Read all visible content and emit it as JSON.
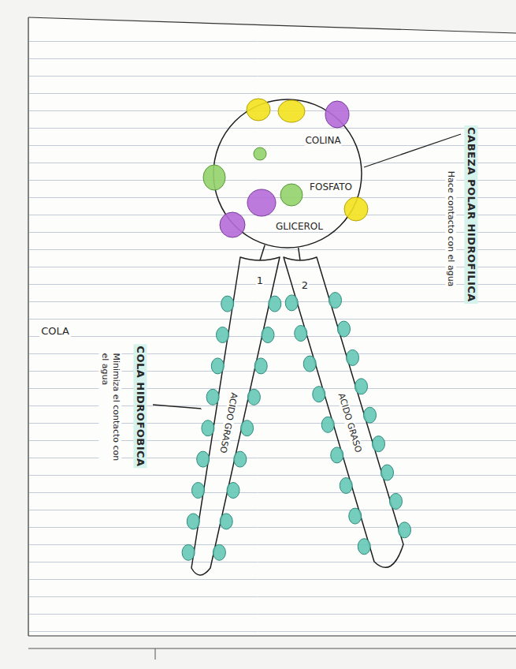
{
  "diagram": {
    "nodes": [
      {
        "text": [
          "COLINA",
          "FOSFATO",
          "GLICEROL"
        ]
      },
      {
        "text": [
          "1",
          "ACIDO GRASO"
        ]
      },
      {
        "text": [
          "2",
          "ACIDO GRASO"
        ]
      }
    ],
    "edges": [
      {
        "from": 0,
        "to": 1,
        "arrow": "none"
      },
      {
        "from": 0,
        "to": 2,
        "arrow": "none"
      }
    ],
    "labels": [
      "CABEZA POLAR HIDROFILICA",
      "Hace contacto con el agua",
      "COLA",
      "COLA HIDROFOBICA",
      "Minimiza el contacto con el agua"
    ]
  }
}
